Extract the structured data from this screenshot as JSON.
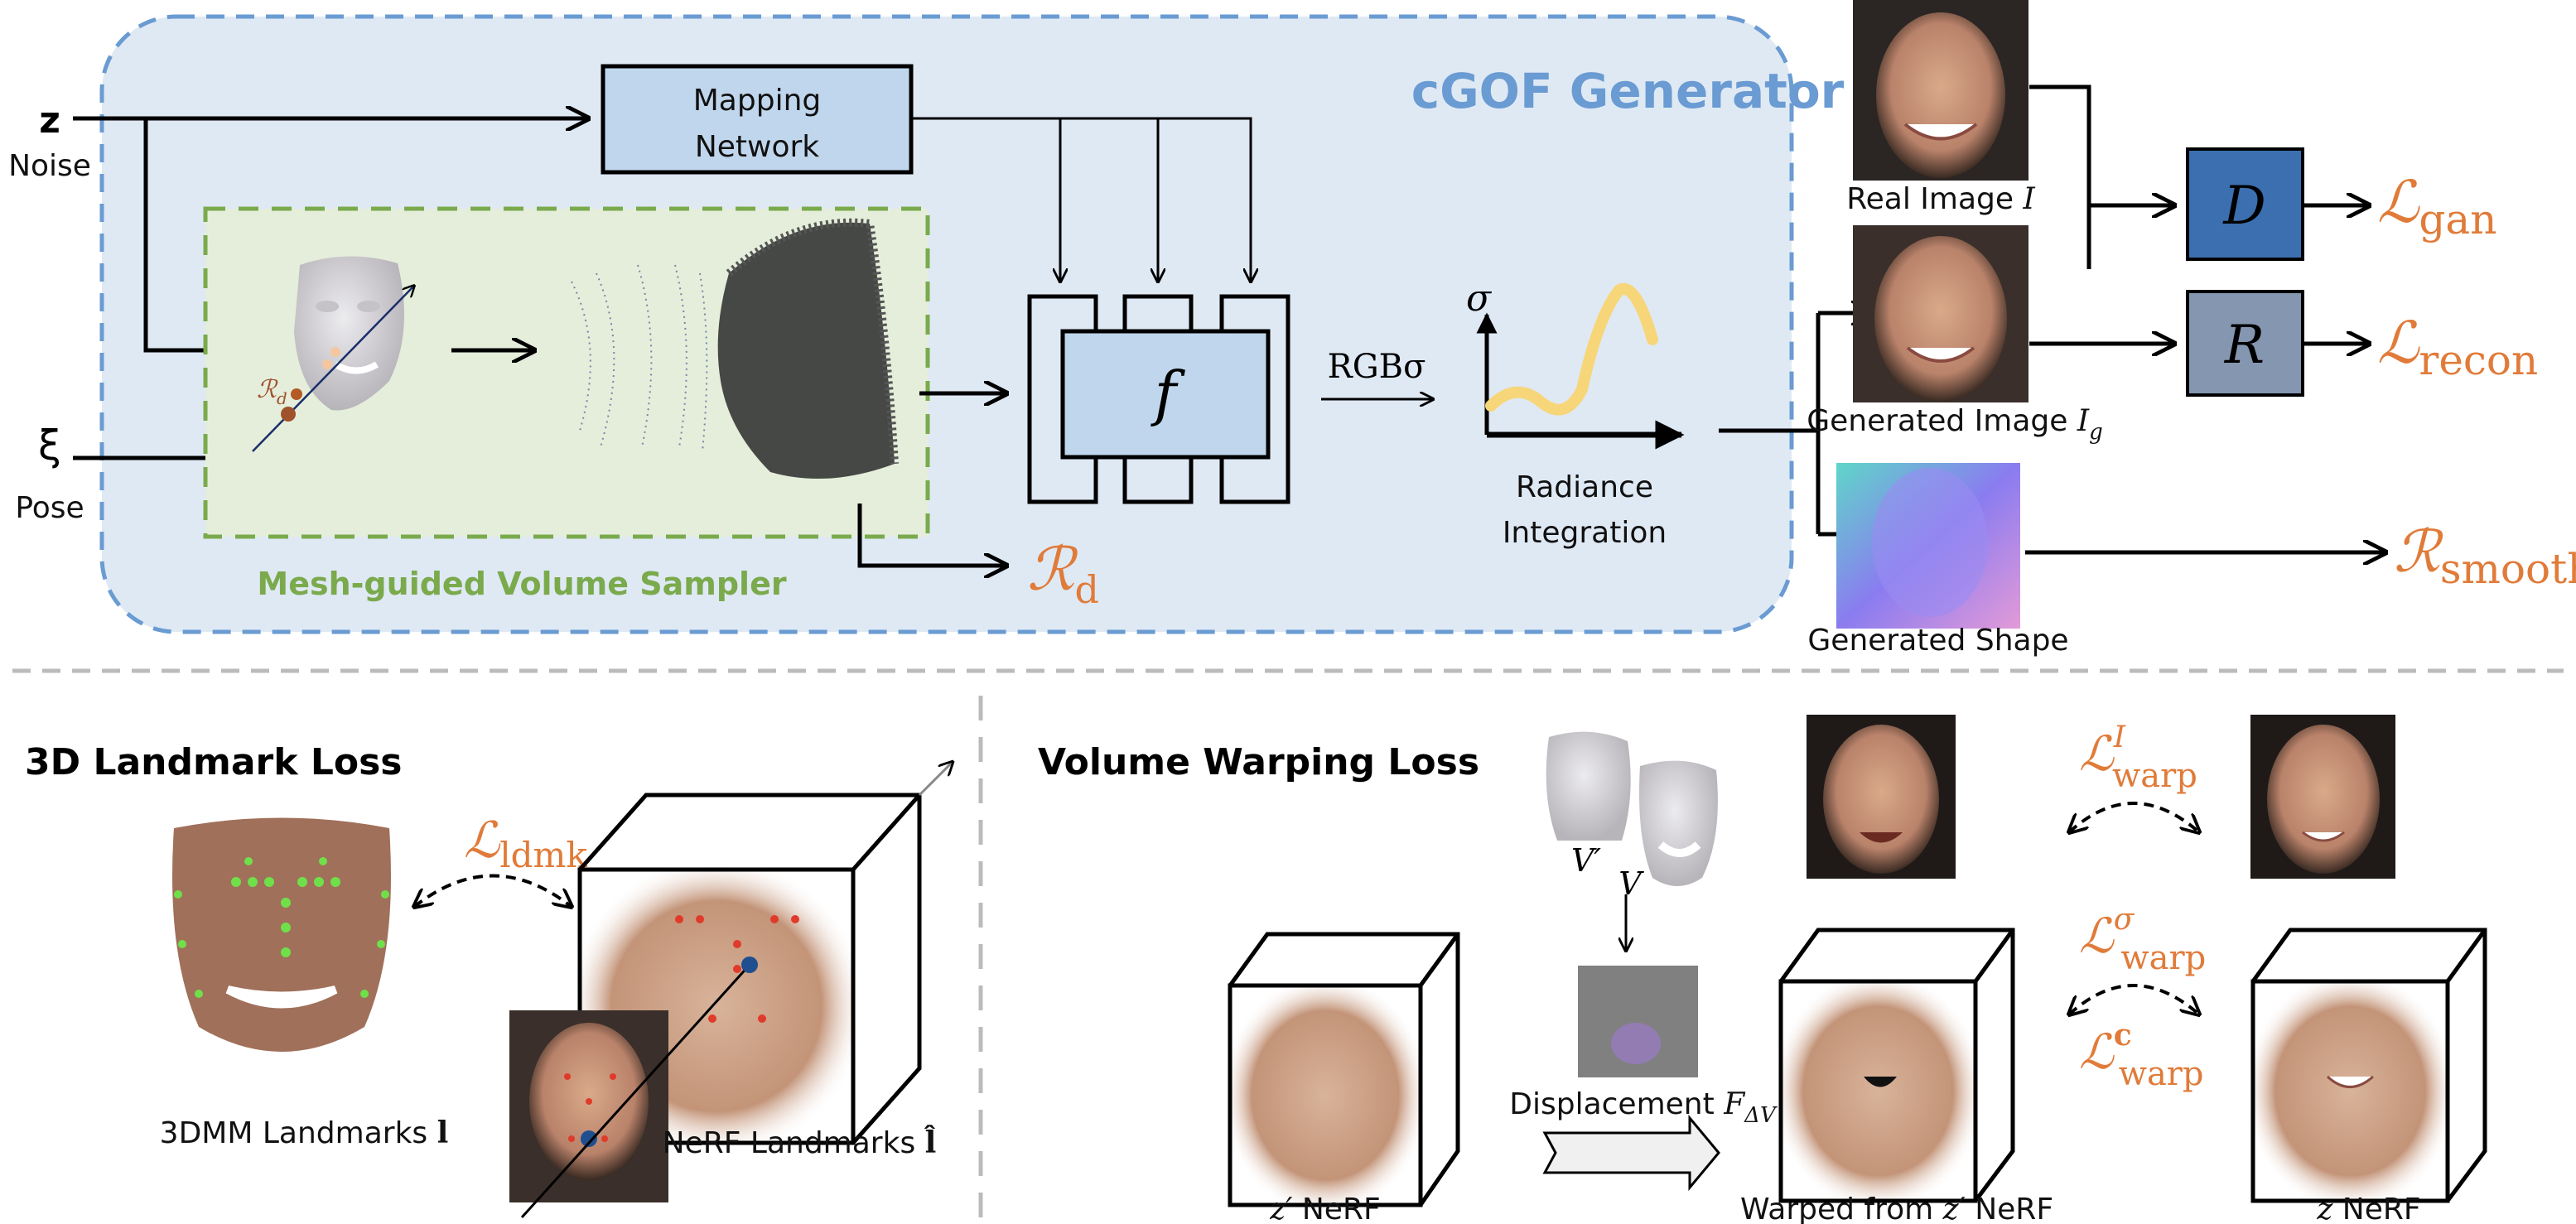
{
  "generator": {
    "title": "cGOF Generator",
    "mapping_network": [
      "Mapping",
      "Network"
    ],
    "noise_symbol": "z",
    "noise_label": "Noise",
    "pose_symbol": "ξ",
    "pose_label": "Pose",
    "sampler_label": "Mesh-guided Volume Sampler",
    "mesh_reg_small": {
      "base": "ℛ",
      "sub": "d"
    },
    "mesh_reg": {
      "base": "ℛ",
      "sub": "d"
    },
    "f_label": "f",
    "rgb_sigma": "RGBσ",
    "sigma_axis": "σ",
    "radiance": [
      "Radiance",
      "Integration"
    ]
  },
  "outputs": {
    "real_image": {
      "text": "Real Image ",
      "sym": "I"
    },
    "generated_image": {
      "text": "Generated Image ",
      "sym": "I",
      "sub": "g"
    },
    "generated_shape": "Generated Shape",
    "discriminator": "D",
    "recon_net": "R",
    "loss_gan": {
      "base": "ℒ",
      "sub": "gan"
    },
    "loss_recon": {
      "base": "ℒ",
      "sub": "recon"
    },
    "reg_smooth": {
      "base": "ℛ",
      "sub": "smooth"
    }
  },
  "landmark_section": {
    "title": "3D Landmark Loss",
    "loss": {
      "base": "ℒ",
      "sub": "ldmk"
    },
    "mm_label": {
      "text": "3DMM Landmarks ",
      "sym": "l"
    },
    "nerf_label": {
      "text": "NeRF Landmarks ",
      "sym": "l̂"
    }
  },
  "warping_section": {
    "title": "Volume Warping Loss",
    "v_prime": "V′",
    "v": "V",
    "displacement": {
      "text": "Displacement ",
      "sym": "F",
      "sub": "ΔV"
    },
    "loss_I": {
      "base": "ℒ",
      "sup": "I",
      "sub": "warp"
    },
    "loss_sigma": {
      "base": "ℒ",
      "sup": "σ",
      "sub": "warp"
    },
    "loss_c": {
      "base": "ℒ",
      "sup": "c",
      "sub": "warp"
    },
    "zprime_nerf": {
      "sym": "z′",
      "text": " NeRF"
    },
    "warped": {
      "text": "Warped from ",
      "sym": "z′",
      "text2": " NeRF"
    },
    "z_nerf": {
      "sym": "z",
      "text": " NeRF"
    }
  },
  "colors": {
    "generator_bg": "#dfe9f4",
    "generator_border": "#6a9bd2",
    "sampler_bg": "#e4eedb",
    "sampler_border": "#7aaa4c",
    "box_fill": "#c0d6ec",
    "loss_orange": "#e07b39",
    "d_box": "#3b6fb0",
    "r_box": "#8496b0"
  }
}
